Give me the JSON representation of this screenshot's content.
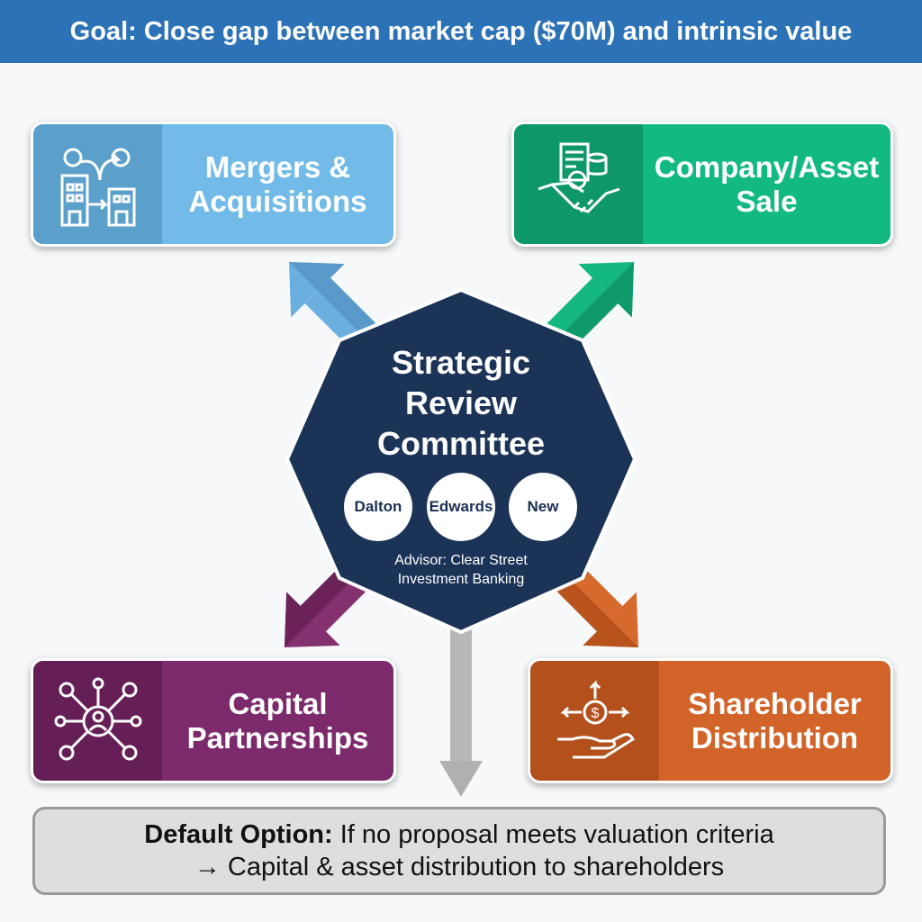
{
  "header": {
    "goal": "Goal: Close gap between market cap ($70M) and intrinsic value"
  },
  "center": {
    "title_lines": [
      "Strategic",
      "Review",
      "Committee"
    ],
    "members": [
      "Dalton",
      "Edwards",
      "New"
    ],
    "advisor_lines": [
      "Advisor: Clear Street",
      "Investment Banking"
    ]
  },
  "options": [
    {
      "label": "Mergers & Acquisitions",
      "icon": "merger-buildings-icon",
      "color": "#72bbe8",
      "icon_bg": "#5b9fcb"
    },
    {
      "label": "Company/Asset Sale",
      "icon": "handshake-icon",
      "color": "#12b981",
      "icon_bg": "#0e9868"
    },
    {
      "label": "Capital Partnerships",
      "icon": "network-icon",
      "color": "#7d2a6c",
      "icon_bg": "#651f56"
    },
    {
      "label": "Shareholder Distribution",
      "icon": "hand-dollar-icon",
      "color": "#d2642a",
      "icon_bg": "#b3501c"
    }
  ],
  "default_option": {
    "bold": "Default Option:",
    "text": " If no proposal meets valuation criteria",
    "line2": "→ Capital & asset distribution to shareholders"
  }
}
